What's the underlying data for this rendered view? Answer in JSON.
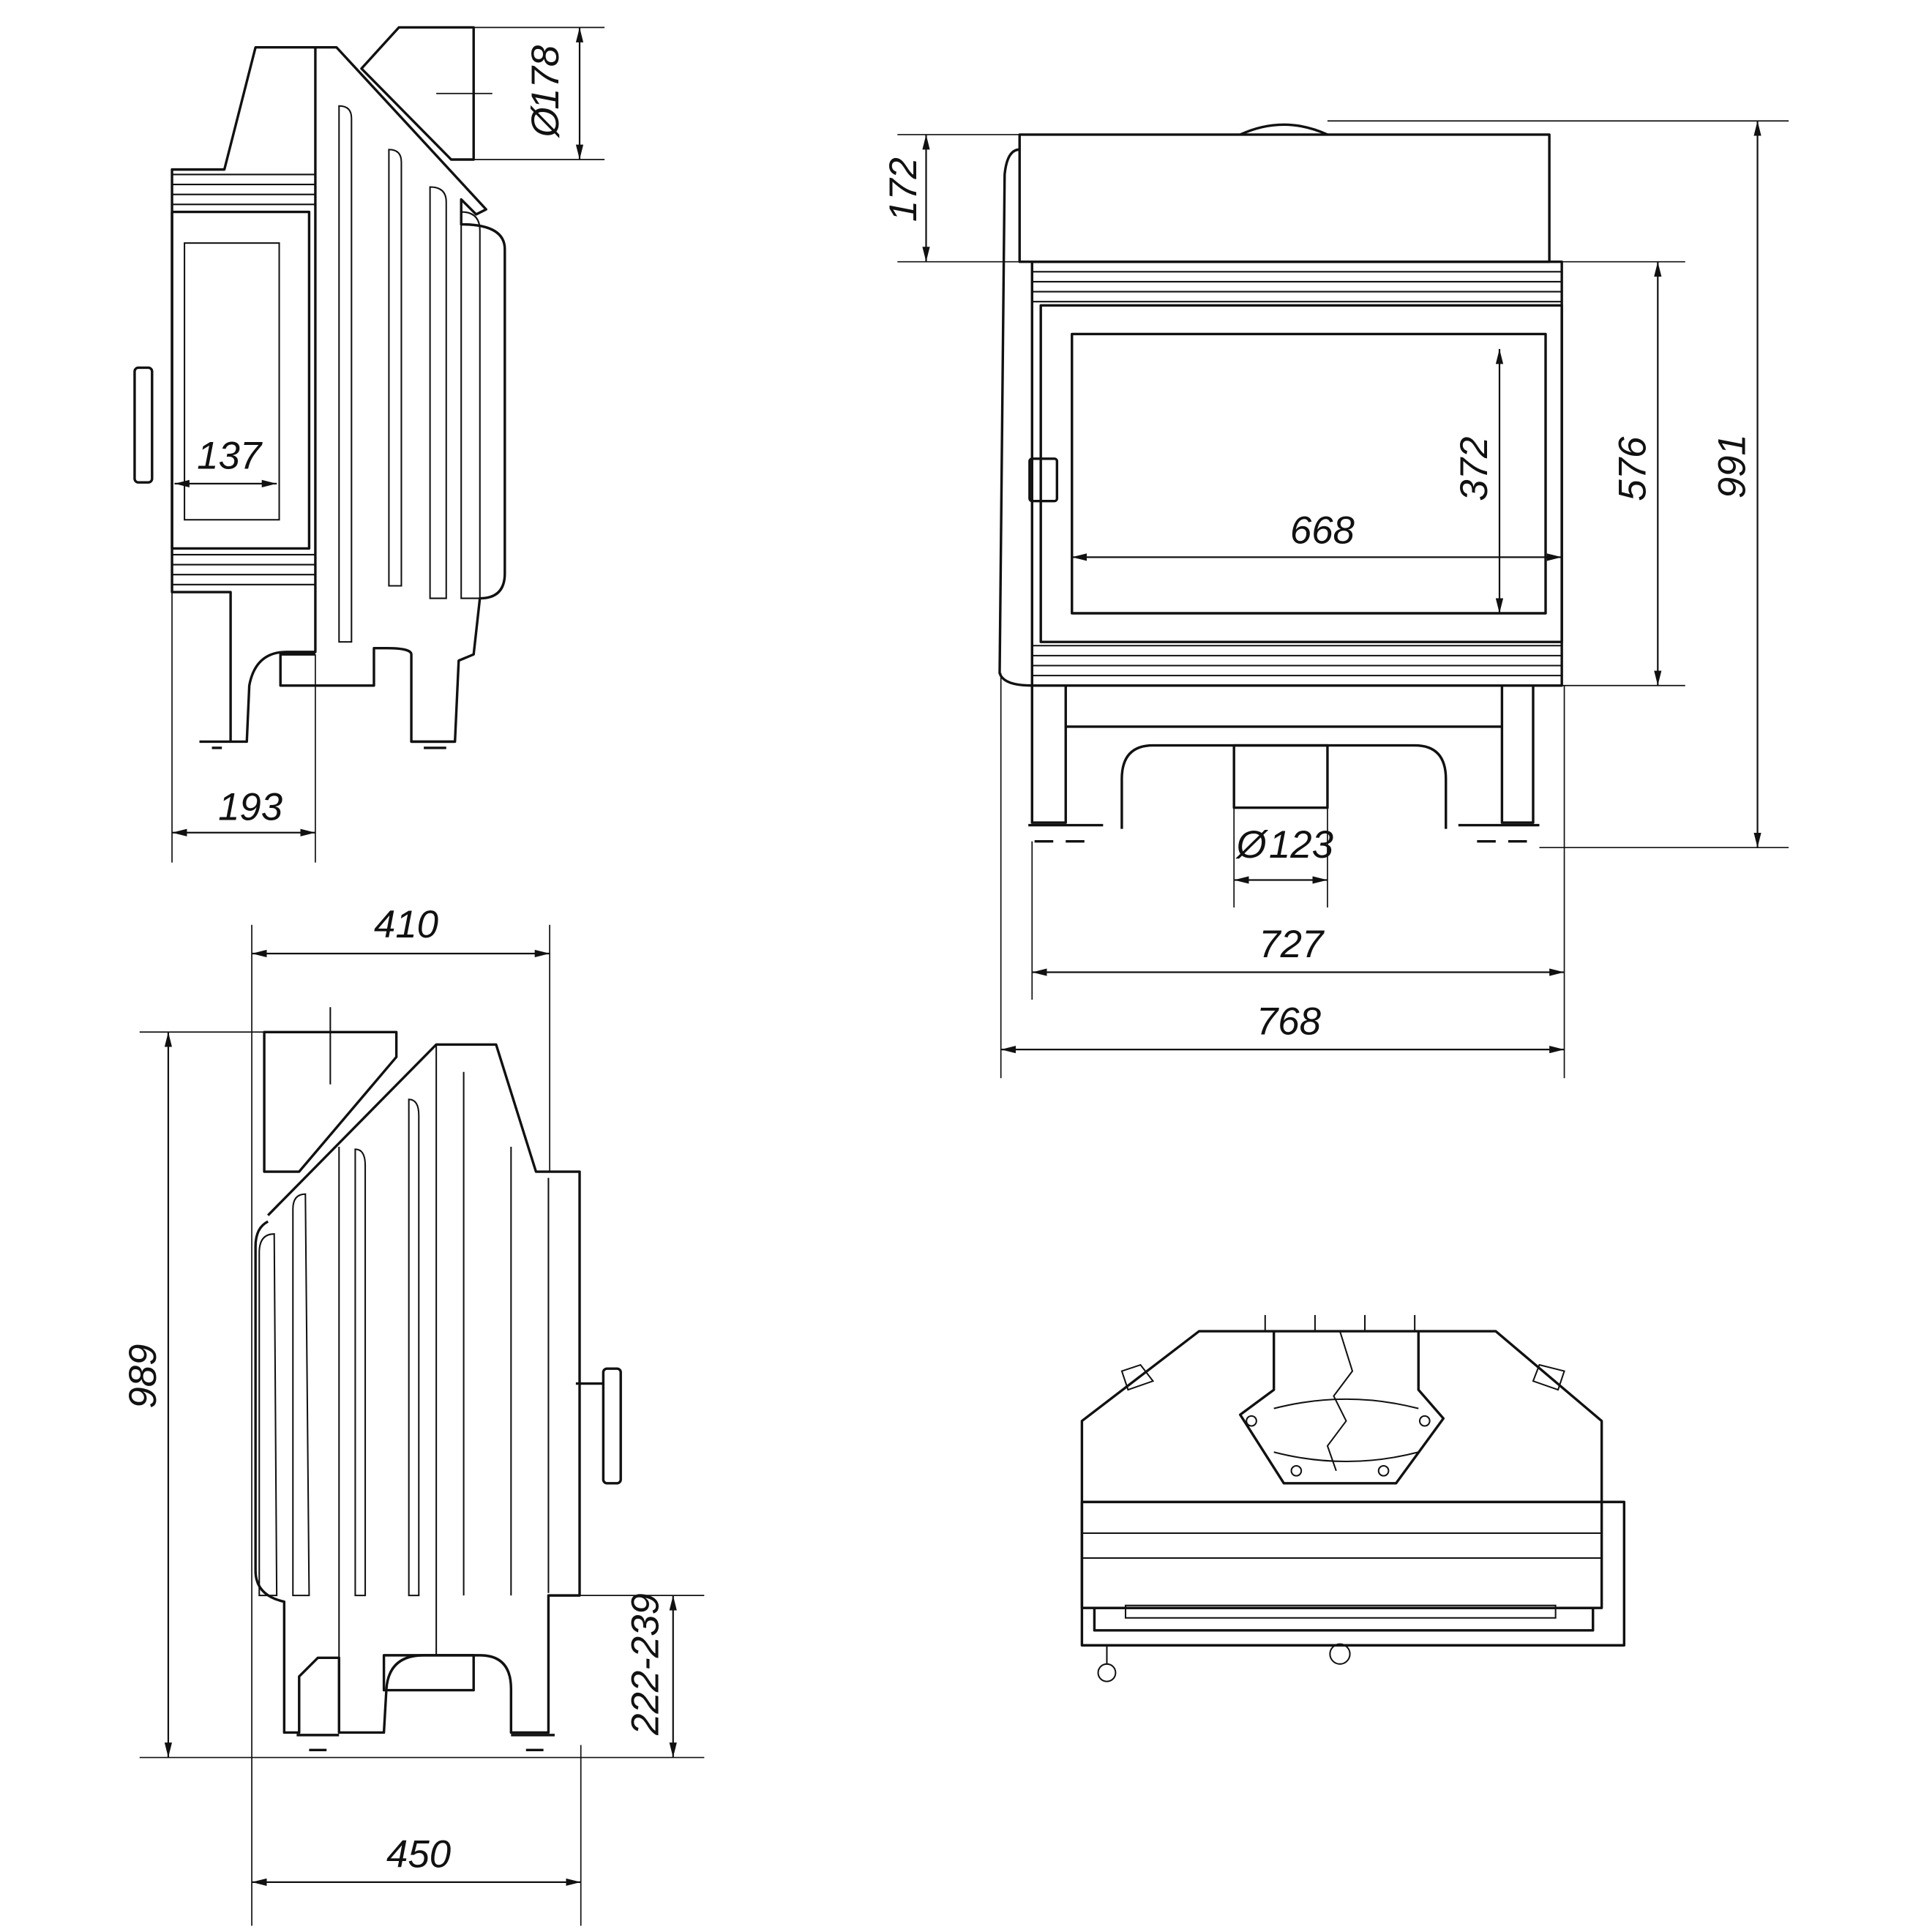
{
  "drawing": {
    "side_view": {
      "flue_diameter_symbol": "Ø",
      "flue_diameter": "178",
      "glass_depth": "137",
      "leg_depth": "193"
    },
    "front_view": {
      "hood_height": "172",
      "glass_height": "372",
      "glass_width": "668",
      "body_height": "576",
      "total_height": "991",
      "air_inlet_symbol": "Ø",
      "air_inlet_diameter": "123",
      "body_width": "727",
      "total_width": "768"
    },
    "side_view_right": {
      "top_depth": "410",
      "total_height": "989",
      "door_bottom_height": "222-239",
      "total_depth": "450"
    }
  }
}
